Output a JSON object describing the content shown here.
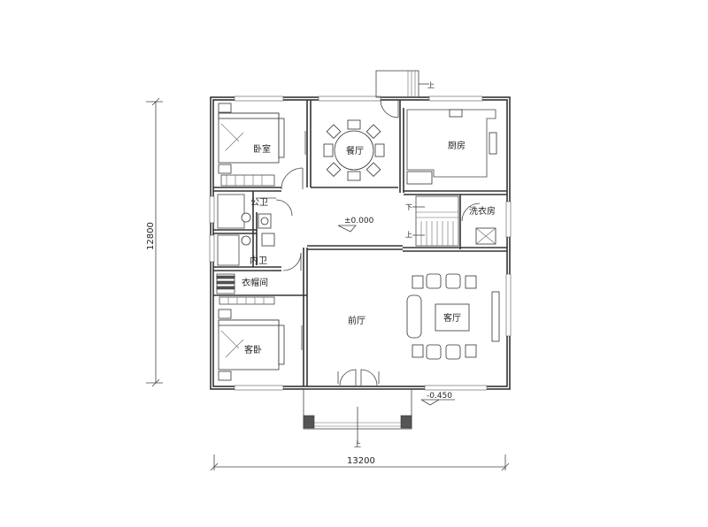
{
  "rooms": {
    "bedroom": "卧室",
    "dining": "餐厅",
    "kitchen": "厨房",
    "public_bath": "公卫",
    "laundry": "洗衣房",
    "inner_bath": "内卫",
    "cloakroom": "衣帽间",
    "front_hall": "前厅",
    "living": "客厅",
    "guest_bedroom": "客卧"
  },
  "levels": {
    "floor": "±0.000",
    "outdoor": "-0.450"
  },
  "dimensions": {
    "width": "13200",
    "height": "12800"
  },
  "stair_marks": {
    "up_top": "上",
    "up_stair": "上",
    "down_stair": "下",
    "up_entry": "上"
  }
}
